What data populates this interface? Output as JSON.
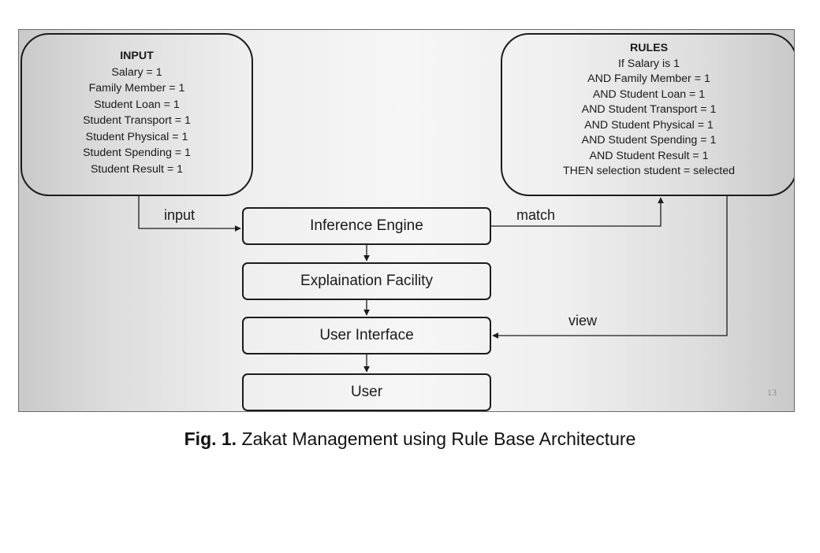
{
  "input": {
    "title": "INPUT",
    "lines": [
      "Salary = 1",
      "Family Member = 1",
      "Student Loan = 1",
      "Student Transport = 1",
      "Student Physical = 1",
      "Student Spending = 1",
      "Student Result = 1"
    ]
  },
  "rules": {
    "title": "RULES",
    "lines": [
      "If Salary is 1",
      "AND Family Member = 1",
      "AND Student Loan = 1",
      "AND Student Transport = 1",
      "AND Student Physical = 1",
      "AND Student Spending = 1",
      "AND Student Result = 1",
      "THEN selection student = selected"
    ]
  },
  "nodes": {
    "inference_engine": "Inference Engine",
    "explanation_facility": "Explaination Facility",
    "user_interface": "User Interface",
    "user": "User"
  },
  "edges": {
    "input_label": "input",
    "match_label": "match",
    "view_label": "view"
  },
  "slide_number": "13",
  "caption": {
    "prefix": "Fig. 1.",
    "text": " Zakat Management using Rule Base Architecture"
  }
}
